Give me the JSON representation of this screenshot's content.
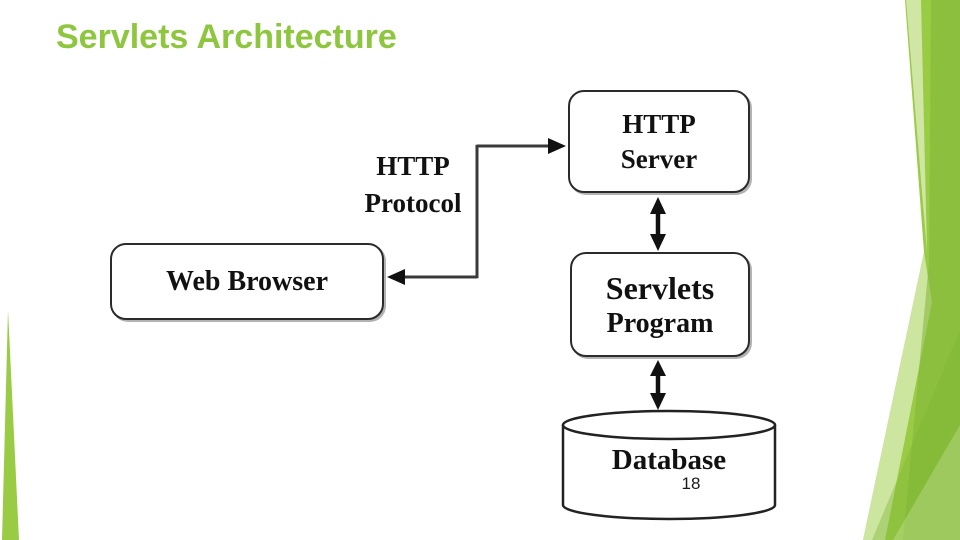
{
  "slide": {
    "title": "Servlets Architecture",
    "page_number": "18"
  },
  "diagram": {
    "web_browser_label": "Web Browser",
    "http_server_label": "HTTP\nServer",
    "servlets_line1": "Servlets",
    "servlets_line2": "Program",
    "http_protocol_label": "HTTP\nProtocol",
    "database_label": "Database"
  },
  "colors": {
    "title_green": "#8FC640",
    "decor_medium": "#9ACB45",
    "decor_dark": "#7FB637",
    "decor_light": "#D8EBB5",
    "line": "#3a3a3a",
    "arrowhead": "#111111",
    "cylinder_stroke": "#222222"
  }
}
